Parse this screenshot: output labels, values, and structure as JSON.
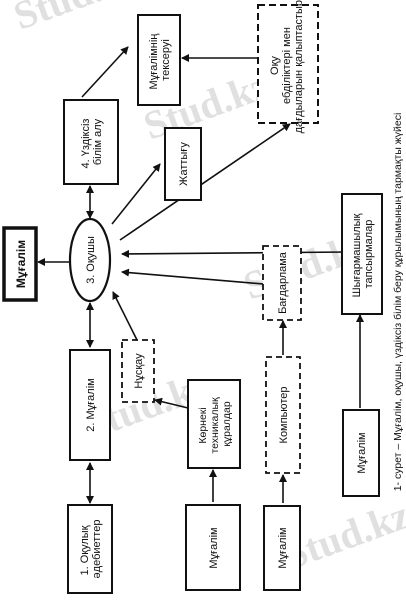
{
  "watermark": "Stud.kz",
  "nodes": {
    "teacher_main": "Мұғалім",
    "textbooks": "1. Оқулық әдебиеттер",
    "teacher2": "2. Мұғалім",
    "student": "3. Оқушы",
    "continuous": "4. Үздіксіз білім алу",
    "teacher_check": "Мұғалімнің тексеруі",
    "exercise": "Жаттығу",
    "skills": "Оқу ебділіктері мен дағдыларын қалыптастыру",
    "instruction": "Нұсқау",
    "visual_aids": "Көрнекі техникалық құралдар",
    "program": "Бағдарлама",
    "creative_tasks": "Шығармашылық тапсырмалар",
    "computer": "Компьютер",
    "teacher_a": "Мұғалім",
    "teacher_b": "Мұғалім",
    "teacher_c": "Мұғалім"
  },
  "caption": "1- сурет – Мұғалім, оқушы, үздіксіз білім беру құрылымының тармақты жүйесі"
}
